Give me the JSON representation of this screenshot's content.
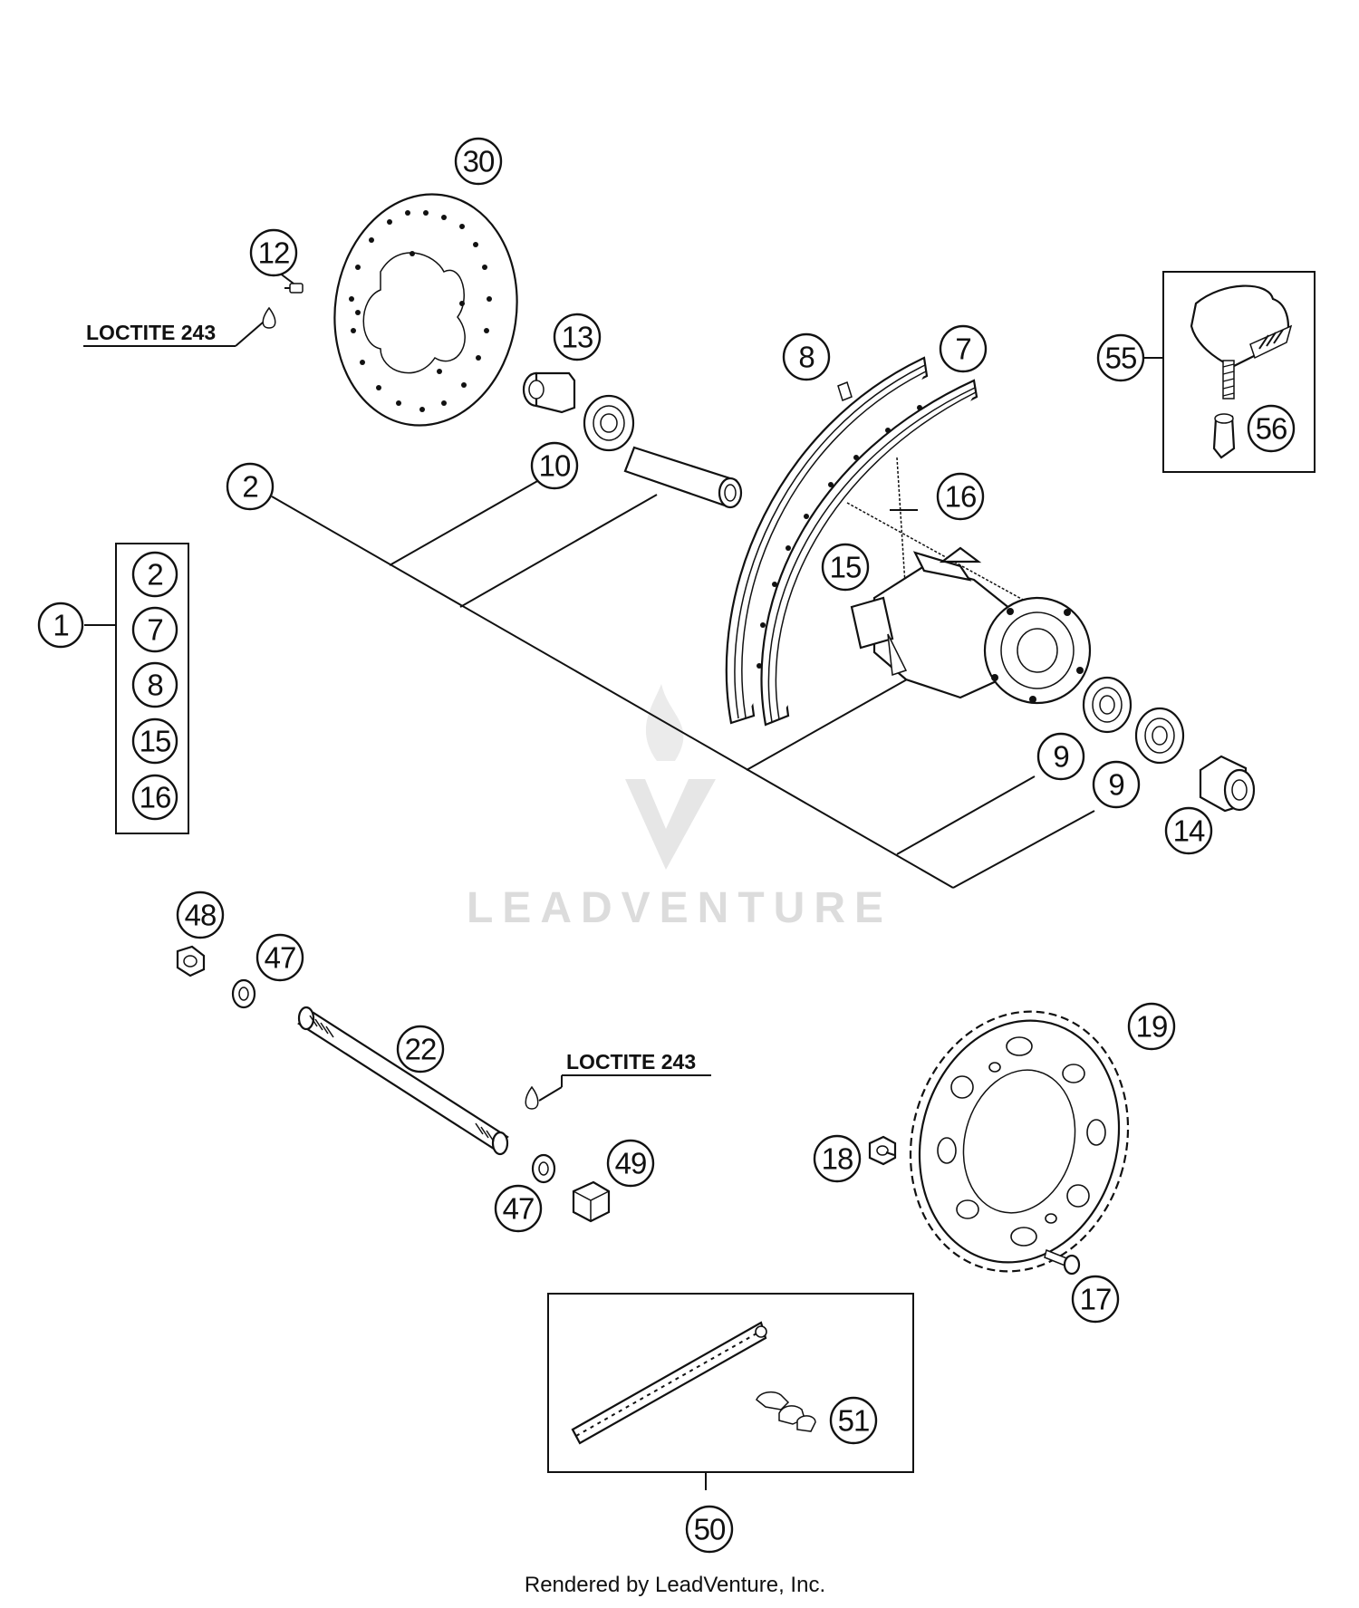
{
  "callouts": {
    "c1": "1",
    "c2": "2",
    "g2": "2",
    "g7": "7",
    "g8": "8",
    "g15": "15",
    "g16": "16",
    "c7": "7",
    "c8": "8",
    "c9a": "9",
    "c9b": "9",
    "c10": "10",
    "c12": "12",
    "c13": "13",
    "c14": "14",
    "c15": "15",
    "c16": "16",
    "c17": "17",
    "c18": "18",
    "c19": "19",
    "c22": "22",
    "c30": "30",
    "c47a": "47",
    "c47b": "47",
    "c48": "48",
    "c49": "49",
    "c50": "50",
    "c51": "51",
    "c55": "55",
    "c56": "56"
  },
  "notes": {
    "loctite_top": "LOCTITE 243",
    "loctite_axle": "LOCTITE 243"
  },
  "watermark": {
    "brand": "LEADVENTURE"
  },
  "footer": {
    "credit": "Rendered by LeadVenture, Inc."
  }
}
